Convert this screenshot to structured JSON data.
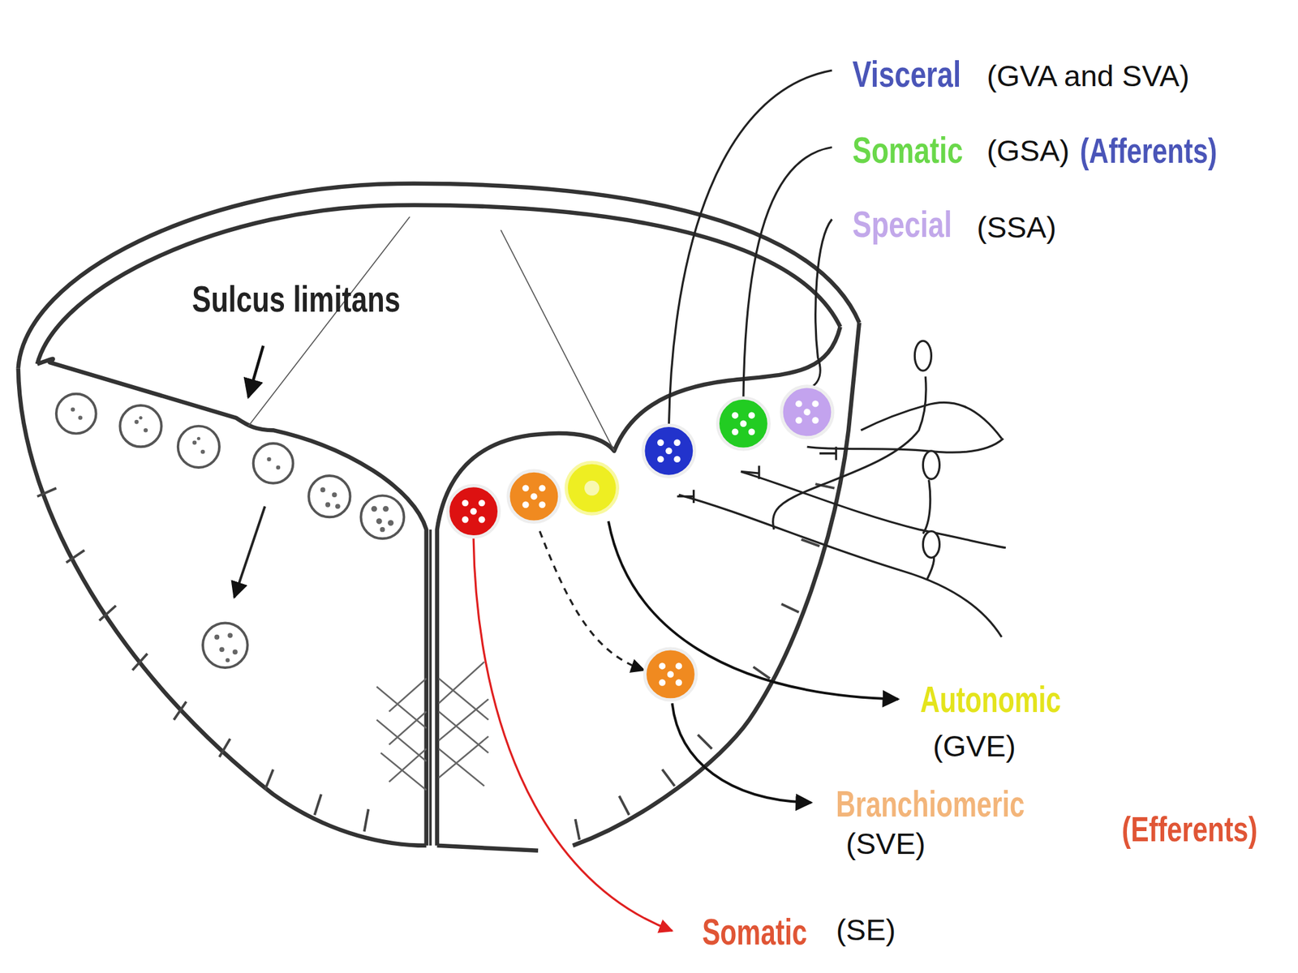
{
  "diagram": {
    "labels": [
      "Visceral",
      "(GVA and SVA)",
      "Somatic",
      "(GSA)",
      "(Afferents)",
      "Special",
      "(SSA)",
      "Sulcus limitans",
      "Autonomic",
      "(GVE)",
      "Branchiomeric",
      "(SVE)",
      "(Efferents)",
      "Somatic",
      "(SE)"
    ]
  }
}
